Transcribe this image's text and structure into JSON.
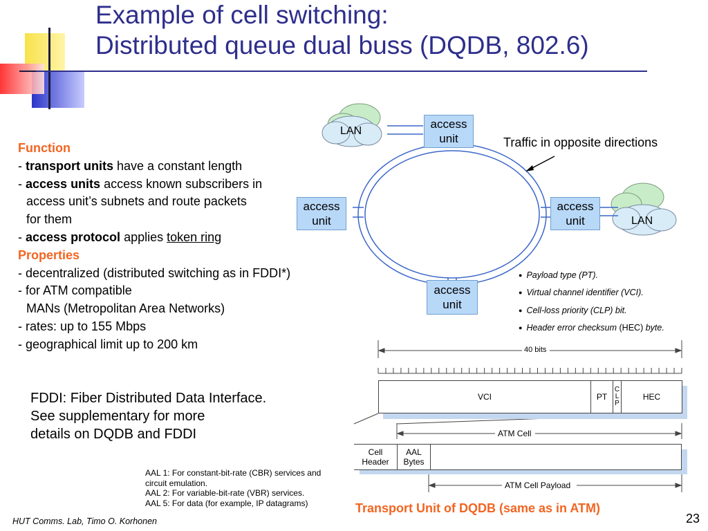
{
  "title": {
    "line1": "Example of cell switching:",
    "line2": "Distributed queue dual buss (DQDB, 802.6)"
  },
  "left_text": {
    "function_heading": "Function",
    "item1_bold": "transport units",
    "item1_rest": " have a constant length",
    "item2_bold": "access units",
    "item2_rest": " access known subscribers in",
    "item2_line2": "access unit’s subnets and route packets",
    "item2_line3": "for them",
    "item3_bold": "access protocol",
    "item3_rest": " applies ",
    "item3_link": "token ring",
    "properties_heading": "Properties",
    "prop1": "- decentralized (distributed switching as in FDDI*)",
    "prop2": "- for ATM compatible",
    "prop2_line2": "MANs (Metropolitan Area Networks)",
    "prop3": "- rates: up to 155 Mbps",
    "prop4": "- geographical limit up to 200 km"
  },
  "fddi_note": {
    "line1": "FDDI: Fiber Distributed Data Interface.",
    "line2": "See supplementary for more",
    "line3": "details on DQDB and FDDI"
  },
  "aal_notes": {
    "line1": "AAL 1: For constant-bit-rate (CBR) services and",
    "line2": "circuit emulation.",
    "line3": "AAL 2: For variable-bit-rate (VBR) services.",
    "line4": "AAL 5: For data (for example, IP datagrams)"
  },
  "diagram": {
    "access_unit_label": "access\nunit",
    "lan_label": "LAN",
    "traffic_label": "Traffic in opposite directions"
  },
  "header_fields": {
    "pt": "Payload type (PT).",
    "vci": "Virtual channel identifier (VCI).",
    "clp": "Cell-loss priority (CLP) bit.",
    "hec_a": "Header error checksum",
    "hec_b": " (HEC) ",
    "hec_c": "byte."
  },
  "cell_diagram": {
    "bits_label": "40 bits",
    "vci": "VCI",
    "pt": "PT",
    "clp": "C\nL\nP",
    "hec": "HEC",
    "atm_cell_label": "ATM Cell",
    "cell_header": "Cell\nHeader",
    "aal_bytes": "AAL\nBytes",
    "payload_label": "ATM Cell Payload"
  },
  "transport_unit_caption": "Transport Unit of DQDB (same as in ATM)",
  "footer": "HUT Comms. Lab, Timo O. Korhonen",
  "page_number": "23",
  "colors": {
    "title": "#2e2e8c",
    "heading_orange": "#f26522",
    "access_unit_fill": "#b8d8f8",
    "ring_blue": "#3a66c8",
    "cloud_green": "#c8ecc8",
    "cloud_blue": "#d8ecf8"
  }
}
